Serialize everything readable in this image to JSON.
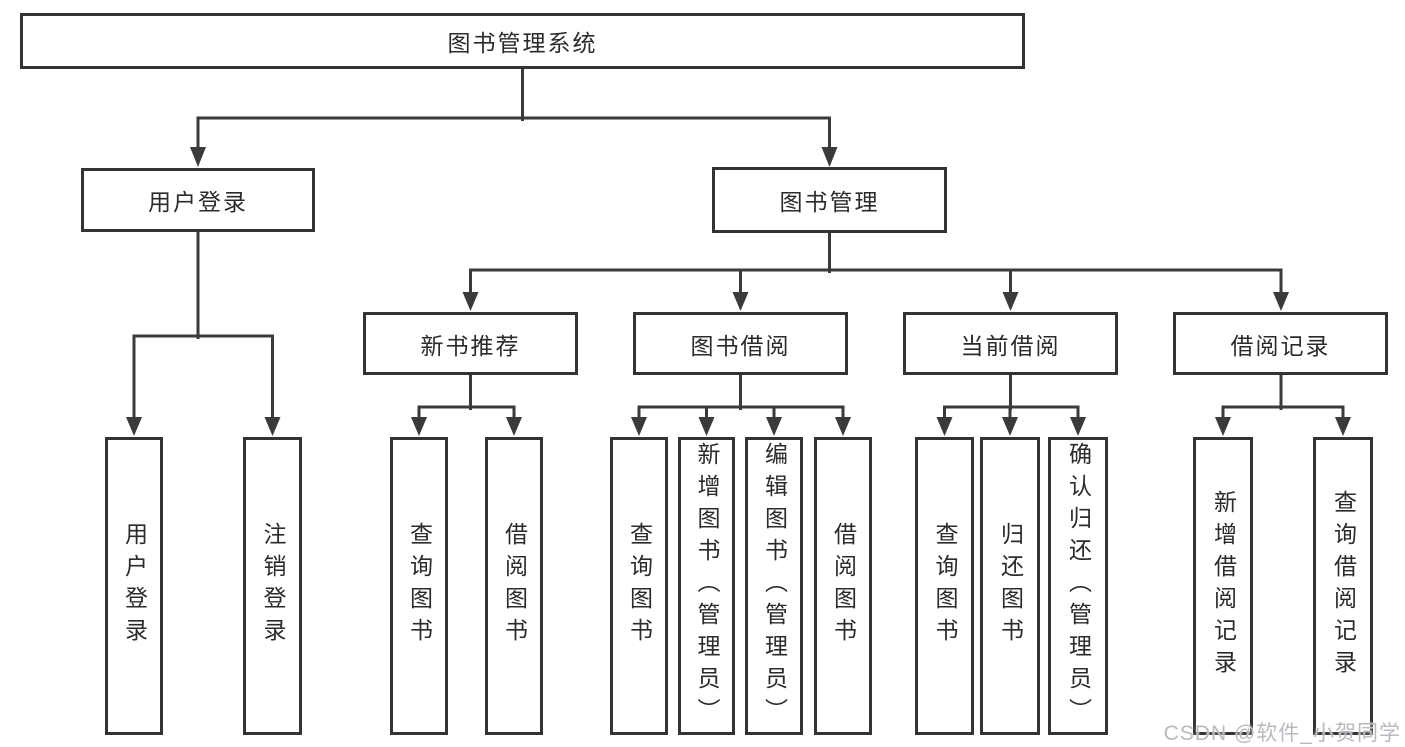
{
  "diagram": {
    "root": "图书管理系统",
    "level2": {
      "user_login": "用户登录",
      "book_mgmt": "图书管理"
    },
    "level3": {
      "new_books": "新书推荐",
      "borrow": "图书借阅",
      "current": "当前借阅",
      "records": "借阅记录"
    },
    "leaves": {
      "user_login": [
        "用户登录",
        "注销登录"
      ],
      "new_books": [
        "查询图书",
        "借阅图书"
      ],
      "borrow": [
        "查询图书",
        "新增图书（管理员）",
        "编辑图书（管理员）",
        "借阅图书"
      ],
      "current": [
        "查询图书",
        "归还图书",
        "确认归还（管理员）"
      ],
      "records": [
        "新增借阅记录",
        "查询借阅记录"
      ]
    }
  },
  "watermark": "CSDN @软件_小贺同学",
  "colors": {
    "line": "#3a3a3a",
    "border": "#333333",
    "text": "#2b2b2b",
    "watermark": "#b9b9bf",
    "background": "#ffffff"
  }
}
